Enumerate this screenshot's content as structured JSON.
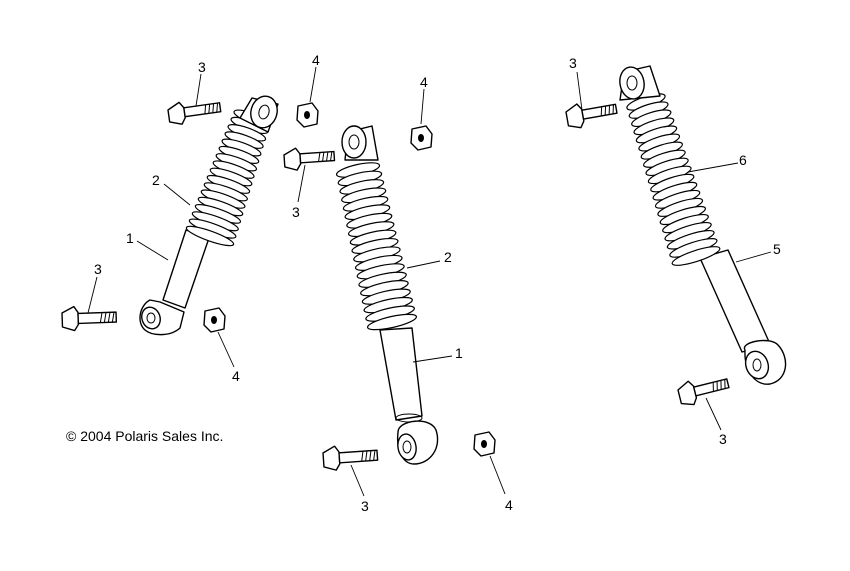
{
  "copyright": "© 2004 Polaris Sales Inc.",
  "callouts": [
    "3",
    "4",
    "4",
    "3",
    "2",
    "1",
    "3",
    "4",
    "2",
    "1",
    "3",
    "4",
    "3",
    "6",
    "5",
    "3"
  ],
  "parts": {
    "left_shock": {
      "shock": "1",
      "spring": "2"
    },
    "center_shock": {
      "shock": "1",
      "spring": "2"
    },
    "right_shock": {
      "shock": "5",
      "spring": "6"
    },
    "bolt": "3",
    "nut": "4"
  }
}
